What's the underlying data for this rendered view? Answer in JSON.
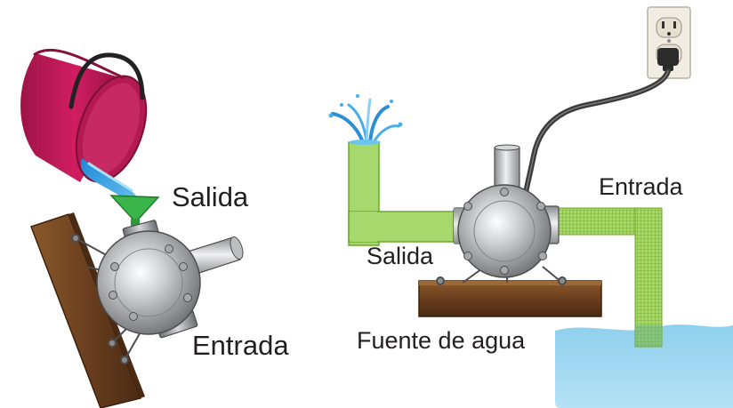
{
  "labels": {
    "left_salida": "Salida",
    "left_entrada": "Entrada",
    "right_salida": "Salida",
    "right_entrada": "Entrada",
    "water_source": "Fuente de agua"
  },
  "colors": {
    "bucket": "#c2185b",
    "water": "#3aa0dc",
    "funnel": "#39b54a",
    "pump_body": "#a7a9ac",
    "wood": "#6b3f1f",
    "green_pipe": "#a6d86e",
    "mesh_pipe": "#8cc63f",
    "water_tank": "#9ad3ec",
    "cord": "#3a3a3a"
  },
  "icons": {
    "outlet": "wall-outlet-icon",
    "fountain": "water-spray-icon"
  }
}
